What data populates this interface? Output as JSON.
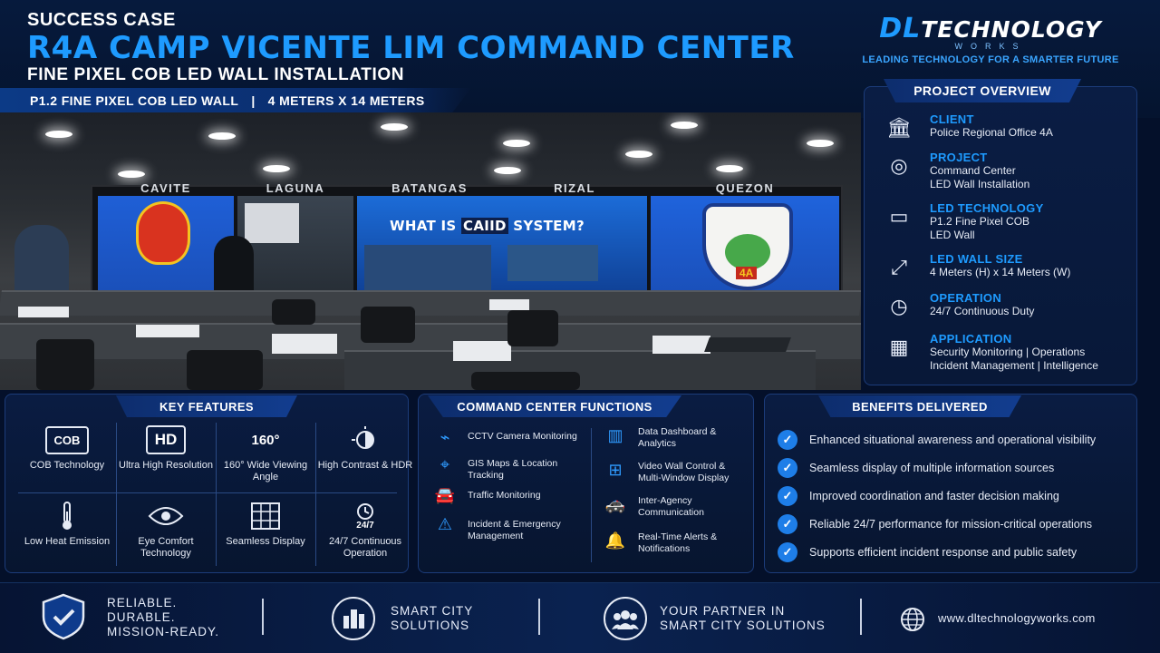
{
  "header": {
    "eyebrow": "SUCCESS CASE",
    "title": "R4A CAMP VICENTE LIM COMMAND CENTER",
    "subtitle": "FINE PIXEL COB LED WALL INSTALLATION",
    "spec_left": "P1.2 FINE PIXEL COB LED WALL",
    "spec_sep": "|",
    "spec_right": "4 METERS X 14 METERS"
  },
  "logo": {
    "dl": "DL",
    "name": "TECHNOLOGY",
    "works": "WORKS",
    "tagline": "LEADING TECHNOLOGY FOR A SMARTER FUTURE"
  },
  "photo": {
    "screen_labels": [
      "CAVITE",
      "LAGUNA",
      "BATANGAS",
      "RIZAL",
      "QUEZON"
    ],
    "screen_headline_pre": "WHAT IS ",
    "screen_headline_hl": "CAIID",
    "screen_headline_post": " SYSTEM?",
    "badge_text": "4A"
  },
  "overview": {
    "title": "PROJECT OVERVIEW",
    "items": [
      {
        "icon": "bank-icon",
        "glyph": "🏛",
        "heading": "CLIENT",
        "lines": [
          "Police Regional Office 4A"
        ]
      },
      {
        "icon": "target-icon",
        "glyph": "◎",
        "heading": "PROJECT",
        "lines": [
          "Command Center",
          "LED Wall Installation"
        ]
      },
      {
        "icon": "monitor-icon",
        "glyph": "▭",
        "heading": "LED TECHNOLOGY",
        "lines": [
          "P1.2 Fine Pixel COB",
          "LED Wall"
        ]
      },
      {
        "icon": "expand-icon",
        "glyph": "⤢",
        "heading": "LED WALL SIZE",
        "lines": [
          "4 Meters (H) x 14 Meters (W)"
        ]
      },
      {
        "icon": "clock-24-icon",
        "glyph": "◷",
        "heading": "OPERATION",
        "lines": [
          "24/7 Continuous Duty"
        ]
      },
      {
        "icon": "grid-icon",
        "glyph": "▦",
        "heading": "APPLICATION",
        "lines": [
          "Security Monitoring | Operations",
          "Incident Management | Intelligence"
        ]
      }
    ]
  },
  "features": {
    "title": "KEY FEATURES",
    "cob_icon_text": "COB",
    "hd_icon_text": "HD",
    "deg_icon_text": "160°",
    "clock_icon_text": "24/7",
    "items": [
      {
        "label": "COB Technology"
      },
      {
        "label": "Ultra High Resolution"
      },
      {
        "label": "160° Wide Viewing Angle"
      },
      {
        "label": "High Contrast & HDR"
      },
      {
        "label": "Low Heat Emission"
      },
      {
        "label": "Eye Comfort Technology"
      },
      {
        "label": "Seamless Display"
      },
      {
        "label": "24/7 Continuous Operation"
      }
    ]
  },
  "functions": {
    "title": "COMMAND CENTER FUNCTIONS",
    "items": [
      {
        "icon": "cctv-icon",
        "glyph": "⌁",
        "label": "CCTV Camera Monitoring"
      },
      {
        "icon": "map-pin-icon",
        "glyph": "⌖",
        "label": "GIS Maps & Location Tracking"
      },
      {
        "icon": "car-icon",
        "glyph": "🚘",
        "label": "Traffic Monitoring"
      },
      {
        "icon": "warning-icon",
        "glyph": "⚠",
        "label": "Incident & Emergency Management"
      },
      {
        "icon": "bar-chart-icon",
        "glyph": "▥",
        "label": "Data Dashboard & Analytics"
      },
      {
        "icon": "windows-grid-icon",
        "glyph": "⊞",
        "label": "Video Wall Control & Multi-Window Display"
      },
      {
        "icon": "agency-car-icon",
        "glyph": "🚓",
        "label": "Inter-Agency Communication"
      },
      {
        "icon": "bell-icon",
        "glyph": "🔔",
        "label": "Real-Time Alerts & Notifications"
      }
    ]
  },
  "benefits": {
    "title": "BENEFITS DELIVERED",
    "items": [
      "Enhanced situational awareness and operational visibility",
      "Seamless display of multiple information sources",
      "Improved coordination and faster decision making",
      "Reliable 24/7 performance for mission-critical operations",
      "Supports efficient incident response and public safety"
    ]
  },
  "footer": {
    "block1": [
      "RELIABLE.",
      "DURABLE.",
      "MISSION-READY."
    ],
    "block2": [
      "SMART CITY",
      "SOLUTIONS"
    ],
    "block3": [
      "YOUR PARTNER IN",
      "SMART CITY SOLUTIONS"
    ],
    "website": "www.dltechnologyworks.com"
  },
  "colors": {
    "accent": "#1e9bff",
    "background": "#04102a",
    "panel": "#0a1c42"
  }
}
